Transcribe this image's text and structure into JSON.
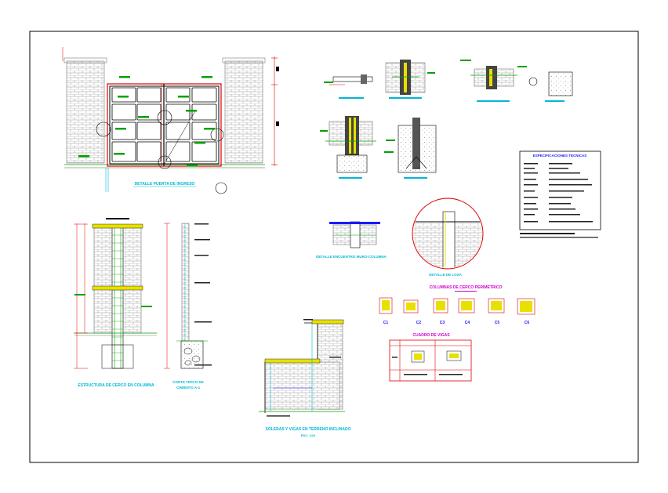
{
  "drawing": {
    "colors": {
      "border": "#000000",
      "frame": "#7a7a7a",
      "brick": "#a0a0a0",
      "red": "#e00000",
      "green": "#00a000",
      "yellow": "#e8e000",
      "cyan": "#00b7d6",
      "blue": "#1a1aff",
      "magenta": "#d000d0"
    },
    "titles": {
      "gate": "DETALLE PUERTA DE INGRESO",
      "column_elev": "ESTRUCTURA DE CERCO EN COLUMNA",
      "column_section": "CORTE TIPICO DE",
      "column_section_2": "CIMIENTO A-1",
      "wall_column": "DETALLE ENCUENTRO MURO-COLUMNA",
      "losa": "DETALLE DE LOSA",
      "stepped": "SOLERAS Y VIGAS EN TERRENO INCLINADO",
      "stepped_scale": "ESC: 1/20",
      "columns_table": "COLUMNAS DE CERCO PERIMETRICO",
      "beams_table": "CUADRO DE VIGAS",
      "specs": "ESPECIFICACIONES TECNICAS"
    },
    "column_labels": [
      "C1",
      "C2",
      "C3",
      "C4",
      "C5",
      "C6"
    ]
  }
}
